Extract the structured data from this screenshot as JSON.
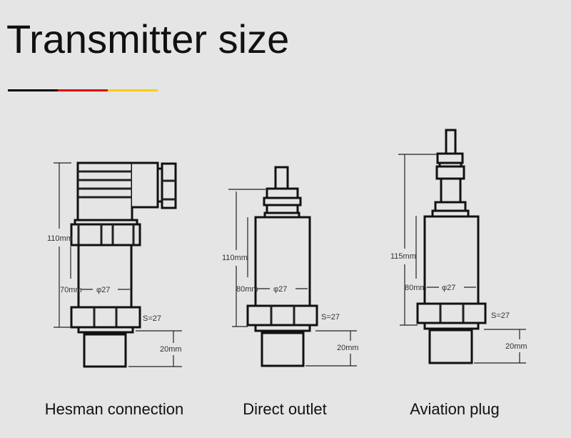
{
  "title": "Transmitter size",
  "accent_colors": [
    "#000000",
    "#e00000",
    "#ffcc00"
  ],
  "models": [
    {
      "name": "Hesman connection",
      "total": "110mm",
      "body": "70mm",
      "diameter": "φ27",
      "hex": "S=27",
      "thread": "20mm"
    },
    {
      "name": "Direct outlet",
      "total": "110mm",
      "body": "80mm",
      "diameter": "φ27",
      "hex": "S=27",
      "thread": "20mm"
    },
    {
      "name": "Aviation plug",
      "total": "115mm",
      "body": "80mm",
      "diameter": "φ27",
      "hex": "S=27",
      "thread": "20mm"
    }
  ]
}
